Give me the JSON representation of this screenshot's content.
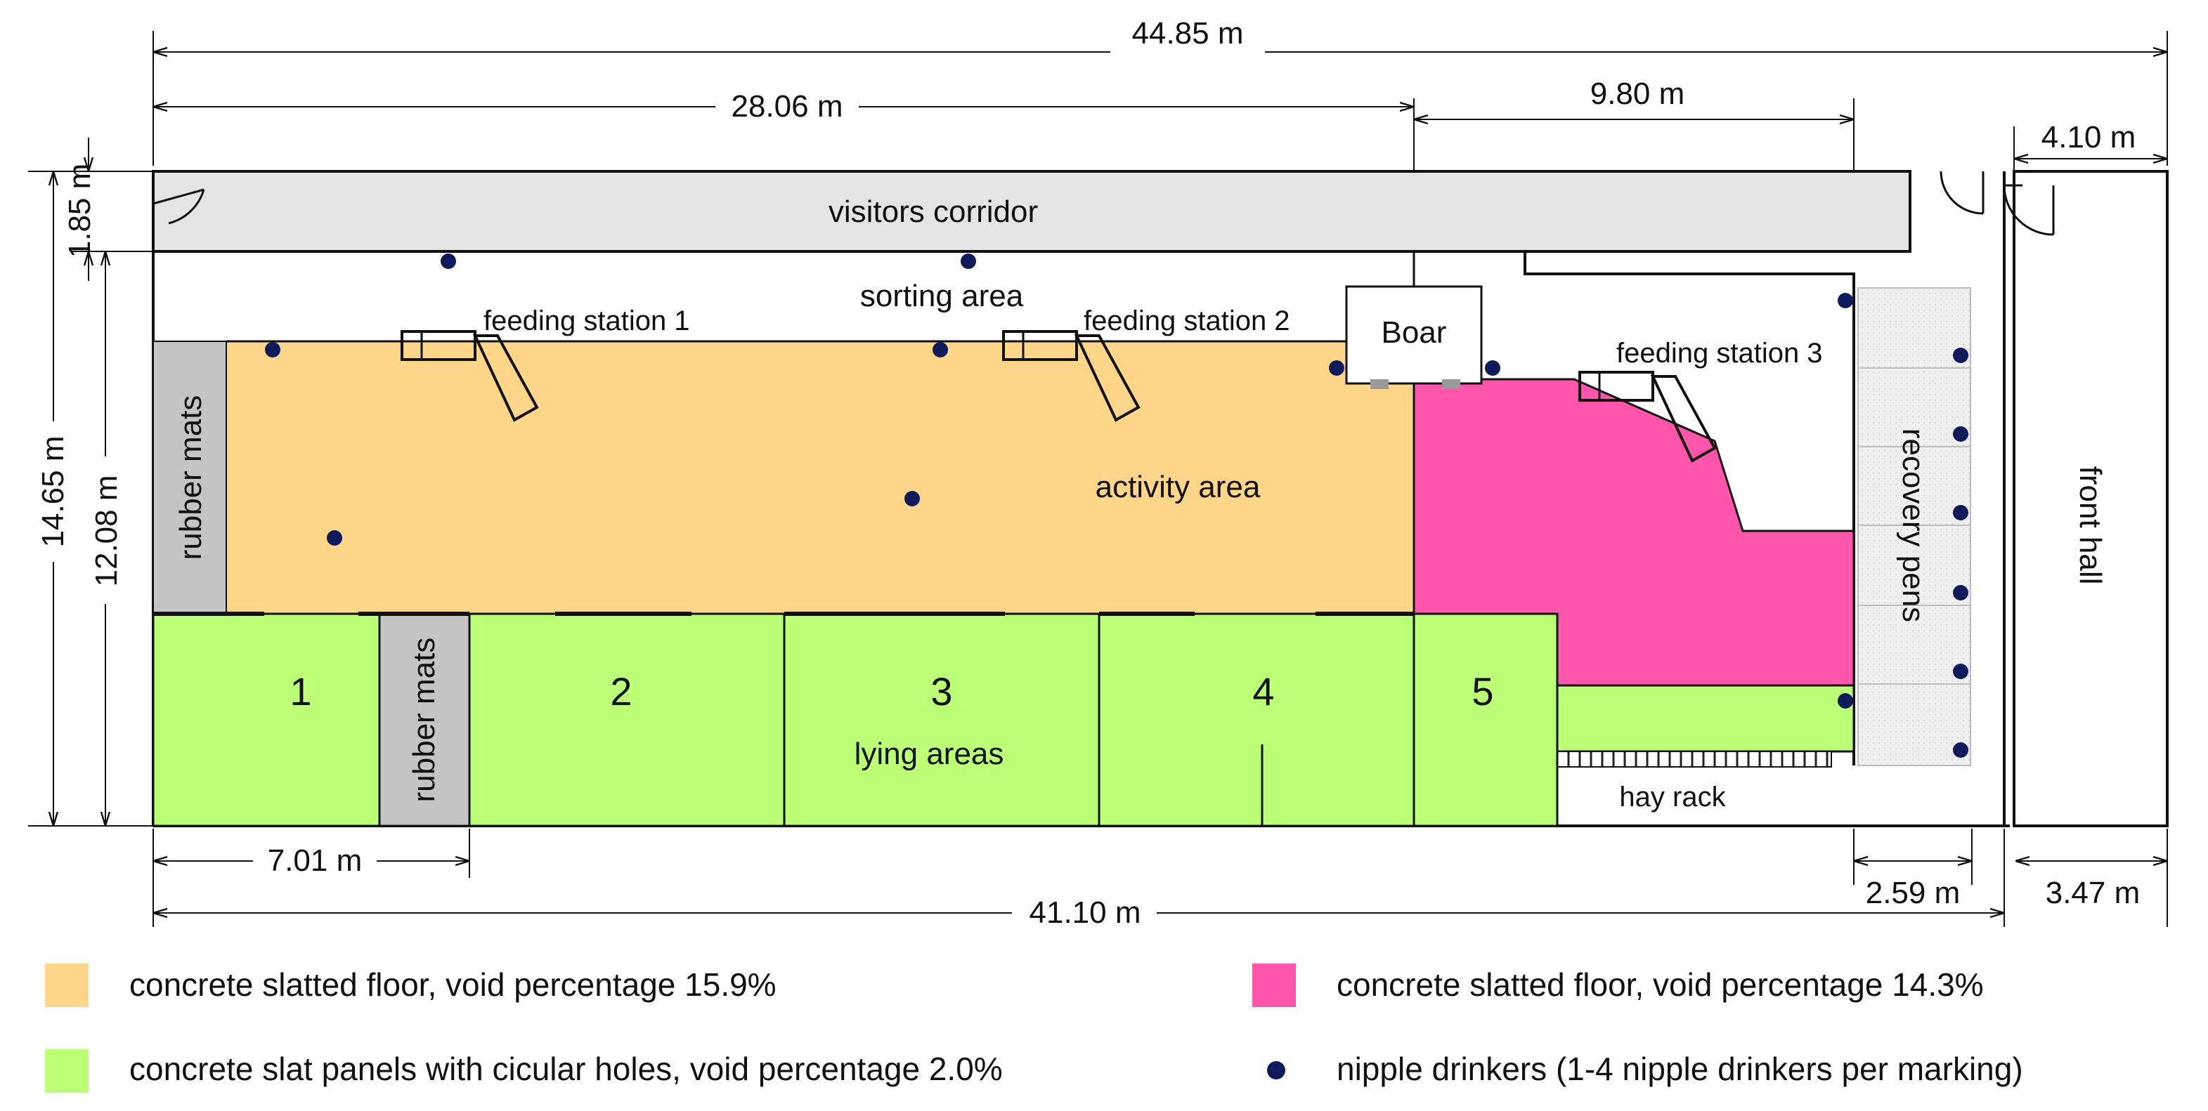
{
  "dimensions": {
    "total_width": "44.85 m",
    "section_a": "28.06 m",
    "section_b": "9.80 m",
    "front_hall_width": "4.10 m",
    "corridor_depth": "1.85 m",
    "total_depth": "14.65 m",
    "inner_depth": "12.08 m",
    "pen1_width": "7.01 m",
    "inner_width": "41.10 m",
    "recovery_width": "2.59 m",
    "front_hall_depth": "3.47 m"
  },
  "labels": {
    "visitors_corridor": "visitors corridor",
    "sorting_area": "sorting area",
    "feeding_station_1": "feeding station 1",
    "feeding_station_2": "feeding station 2",
    "feeding_station_3": "feeding station 3",
    "boar": "Boar",
    "activity_area": "activity area",
    "rubber_mats": "rubber mats",
    "recovery_pens": "recovery pens",
    "front_hall": "front hall",
    "lying_areas": "lying areas",
    "hay_rack": "hay rack"
  },
  "pens": [
    "1",
    "2",
    "3",
    "4",
    "5"
  ],
  "legend": [
    {
      "color": "#FDD68A",
      "text": "concrete slatted floor, void percentage 15.9%"
    },
    {
      "color": "#FF55AA",
      "text": "concrete slatted floor, void percentage 14.3%"
    },
    {
      "color": "#BBFF77",
      "text": "concrete slat panels with cicular holes, void percentage 2.0%"
    },
    {
      "color": "#0F1A5C",
      "text": "nipple drinkers (1-4 nipple drinkers per marking)"
    }
  ],
  "colors": {
    "activity_floor": "#FDD68A",
    "slatted_floor_pink": "#FF55AA",
    "lying_floor_green": "#BBFF77",
    "corridor": "#E4E4E4",
    "rubber_mats": "#C4C4C4",
    "recovery_pens": "#EFEFEF",
    "drinker": "#0F1A5C"
  }
}
